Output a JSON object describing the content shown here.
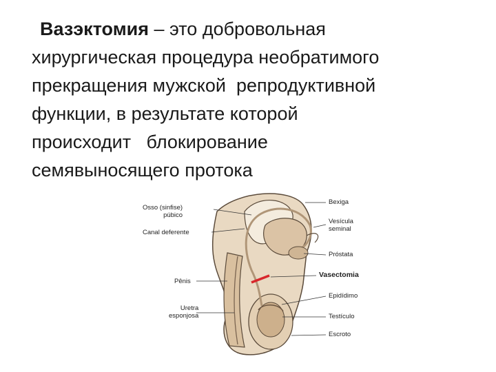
{
  "text": {
    "term": "Вазэктомия",
    "line1_rest": " – это добровольная",
    "line2": "хирургическая процедура необратимого",
    "line3": "прекращения мужской  репродуктивной",
    "line4": "функции, в результате которой",
    "line5": "происходит   блокирование",
    "line6": "семявыносящего протока"
  },
  "figure": {
    "labels_left": {
      "osso_l1": "Osso (sinfise)",
      "osso_l2": "púbico",
      "canal": "Canal deferente",
      "penis": "Pênis",
      "uretra_l1": "Uretra",
      "uretra_l2": "esponjosa"
    },
    "labels_right": {
      "bexiga": "Bexiga",
      "vesicula_l1": "Vesícula",
      "vesicula_l2": "seminal",
      "prostata": "Próstata",
      "vasectomia": "Vasectomia",
      "epididimo": "Epidídimo",
      "testiculo": "Testículo",
      "escroto": "Escroto"
    },
    "colors": {
      "tissue": "#e8d6bd",
      "outline": "#5a4a3a",
      "cut_mark": "#d8262b"
    }
  }
}
